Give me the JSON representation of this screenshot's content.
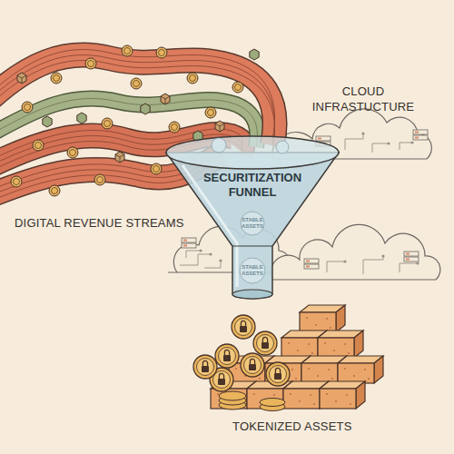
{
  "diagram": {
    "nodes": [
      {
        "text": [
          "SECURITIZATION FUNNEL"
        ]
      }
    ],
    "labels": [
      "CLOUD INFRASTUCTURE",
      "DIGITAL REVENUE STREAMS",
      "TOKENIZED ASSETS",
      "STABLE ASSETS",
      "STABLE ASSETS"
    ]
  }
}
